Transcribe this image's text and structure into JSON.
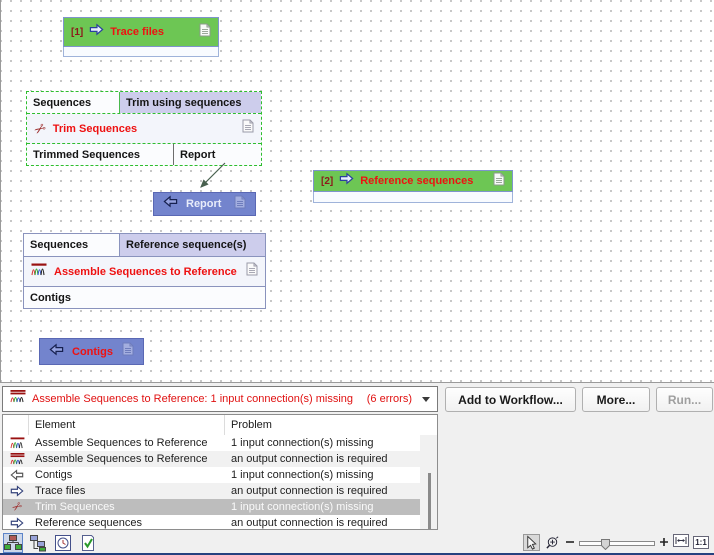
{
  "canvas": {
    "trace_files": {
      "index": "[1]",
      "label": "Trace files"
    },
    "trim_sequences": {
      "input_ports": [
        "Sequences",
        "Trim using sequences"
      ],
      "title": "Trim Sequences",
      "output_ports": [
        "Trimmed Sequences",
        "Report"
      ]
    },
    "report": {
      "label": "Report"
    },
    "reference_sequences": {
      "index": "[2]",
      "label": "Reference sequences"
    },
    "assemble": {
      "input_ports": [
        "Sequences",
        "Reference sequence(s)"
      ],
      "title": "Assemble Sequences to Reference",
      "output_ports": [
        "Contigs"
      ]
    },
    "contigs": {
      "label": "Contigs"
    }
  },
  "error_panel": {
    "summary": "Assemble Sequences to Reference: 1 input connection(s) missing",
    "error_count_label": "(6 errors)",
    "add_to_workflow_label": "Add to Workflow...",
    "more_label": "More...",
    "run_label": "Run...",
    "table": {
      "columns": [
        "Element",
        "Problem"
      ],
      "rows": [
        {
          "icon": "assemble-icon",
          "element": "Assemble Sequences to Reference",
          "problem": "1 input connection(s) missing"
        },
        {
          "icon": "assemble-required-icon",
          "element": "Assemble Sequences to Reference",
          "problem": "an output connection is required"
        },
        {
          "icon": "output-arrow-icon",
          "element": "Contigs",
          "problem": "1 input connection(s) missing"
        },
        {
          "icon": "input-arrow-icon",
          "element": "Trace files",
          "problem": "an output connection is required"
        },
        {
          "icon": "scissors-icon",
          "element": "Trim Sequences",
          "problem": "1 input connection(s) missing",
          "selected": true
        },
        {
          "icon": "input-arrow-icon",
          "element": "Reference sequences",
          "problem": "an output connection is required"
        }
      ]
    }
  },
  "statusbar": {
    "actual_size_label": "1:1"
  },
  "colors": {
    "node_green": "#6dc654",
    "node_blue": "#7384cd",
    "port_lavender": "#cdcdec",
    "error_red": "#e01111",
    "selection_green": "#2ebe2e"
  }
}
